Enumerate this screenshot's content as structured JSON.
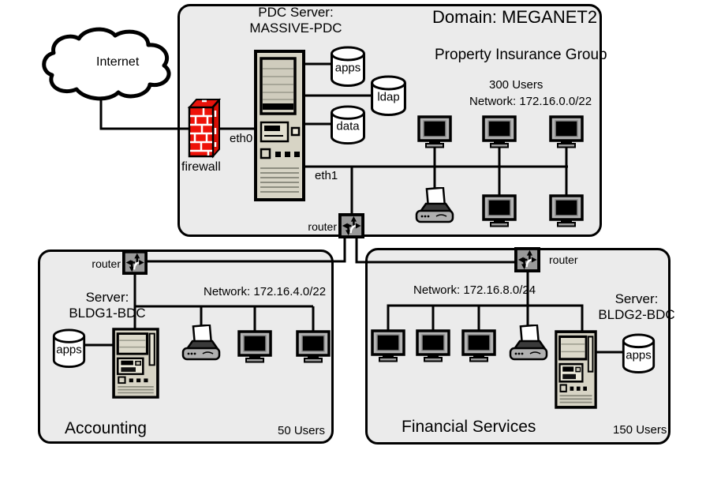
{
  "outside": {
    "internet_label": "Internet",
    "firewall_label": "firewall",
    "eth0_label": "eth0",
    "eth1_label": "eth1"
  },
  "main": {
    "domain_title": "Domain: MEGANET2",
    "group_name": "Property Insurance Group",
    "users": "300 Users",
    "network": "Network: 172.16.0.0/22",
    "server_label_line1": "PDC Server:",
    "server_label_line2": "MASSIVE-PDC",
    "router_label": "router",
    "disks": {
      "apps": "apps",
      "ldap": "ldap",
      "data": "data"
    }
  },
  "accounting": {
    "name": "Accounting",
    "users": "50 Users",
    "network": "Network: 172.16.4.0/22",
    "server_label_line1": "Server:",
    "server_label_line2": "BLDG1-BDC",
    "router_label": "router",
    "disk_label": "apps"
  },
  "financial": {
    "name": "Financial Services",
    "users": "150 Users",
    "network": "Network: 172.16.8.0/24",
    "server_label_line1": "Server:",
    "server_label_line2": "BLDG2-BDC",
    "router_label": "router",
    "disk_label": "apps"
  },
  "colors": {
    "box_fill": "#ebebeb",
    "line": "#000000",
    "firewall_red": "#ee1208",
    "router_gray": "#999999",
    "tower_beige": "#d7d4c5"
  }
}
